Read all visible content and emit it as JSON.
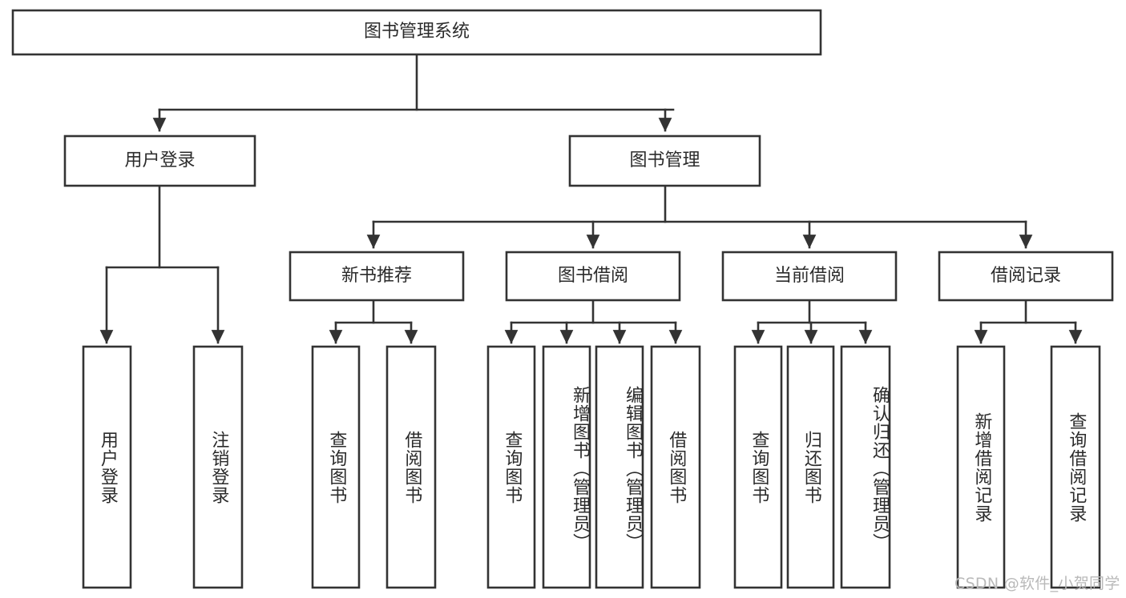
{
  "diagram": {
    "title": "图书管理系统",
    "type": "tree-hierarchy-chart",
    "watermark": "CSDN @软件_小贺同学",
    "accent_color": "#333333",
    "background_color": "#ffffff",
    "nodes": {
      "root": {
        "label": "图书管理系统"
      },
      "level2": [
        {
          "label": "用户登录"
        },
        {
          "label": "图书管理"
        }
      ],
      "level3": [
        {
          "label": "新书推荐"
        },
        {
          "label": "图书借阅"
        },
        {
          "label": "当前借阅"
        },
        {
          "label": "借阅记录"
        }
      ],
      "leaves_user_login": [
        {
          "label": "用户登录"
        },
        {
          "label": "注销登录"
        }
      ],
      "leaves_new_book": [
        {
          "label": "查询图书"
        },
        {
          "label": "借阅图书"
        }
      ],
      "leaves_book_borrow": [
        {
          "label": "查询图书"
        },
        {
          "label": "新增图书（管理员）"
        },
        {
          "label": "编辑图书（管理员）"
        },
        {
          "label": "借阅图书"
        }
      ],
      "leaves_current_borrow": [
        {
          "label": "查询图书"
        },
        {
          "label": "归还图书"
        },
        {
          "label": "确认归还（管理员）"
        }
      ],
      "leaves_borrow_record": [
        {
          "label": "新增借阅记录"
        },
        {
          "label": "查询借阅记录"
        }
      ]
    }
  }
}
